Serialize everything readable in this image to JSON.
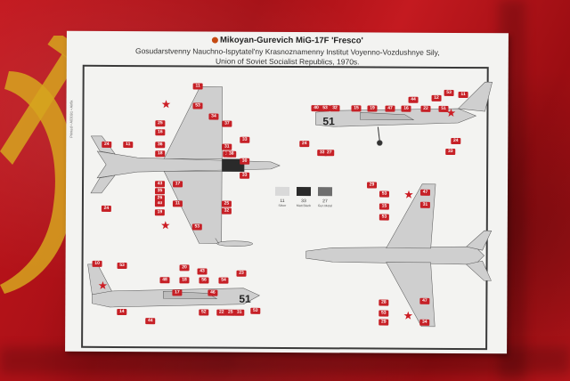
{
  "header": {
    "title": "Mikoyan-Gurevich MiG-17F 'Fresco'",
    "subtitle_line1": "Gosudarstvenny Nauchno-Ispytatel'ny Krasnoznamenny Institut Voyenno-Vozdushnye Sily,",
    "subtitle_line2": "Union of Soviet Socialist Republics, 1970s."
  },
  "side_code": "51",
  "colour_key": [
    {
      "number": "11",
      "name": "Silver",
      "color": "#d9d9d9"
    },
    {
      "number": "33",
      "name": "Matt Black",
      "color": "#2a2a2a"
    },
    {
      "number": "27",
      "name": "Gun Metal",
      "color": "#6e6e6e"
    }
  ],
  "callouts": {
    "top_view": [
      "11",
      "53",
      "34",
      "25",
      "16",
      "37",
      "33",
      "36",
      "31",
      "17",
      "18",
      "38",
      "30",
      "43",
      "17",
      "35",
      "24",
      "11",
      "33",
      "24",
      "53",
      "19",
      "40",
      "25",
      "26",
      "32",
      "11"
    ],
    "side_view_top": [
      "24",
      "33",
      "53",
      "40",
      "32",
      "15",
      "19",
      "47",
      "16",
      "44",
      "22",
      "12",
      "51",
      "53",
      "11",
      "27",
      "24",
      "33"
    ],
    "bottom_view": [
      "29",
      "53",
      "47",
      "15",
      "53",
      "31",
      "47",
      "28",
      "53",
      "29",
      "34"
    ],
    "side_view_bottom": [
      "10",
      "53",
      "20",
      "48",
      "18",
      "56",
      "43",
      "54",
      "23",
      "46",
      "17",
      "14",
      "52",
      "44",
      "22",
      "25",
      "31",
      "53"
    ]
  },
  "colors": {
    "flag_red": "#b0131a",
    "callout_red": "#c62026",
    "star_red": "#cc1d24",
    "title_dot": "#c54a12",
    "emblem_gold": "#d6a51e"
  }
}
